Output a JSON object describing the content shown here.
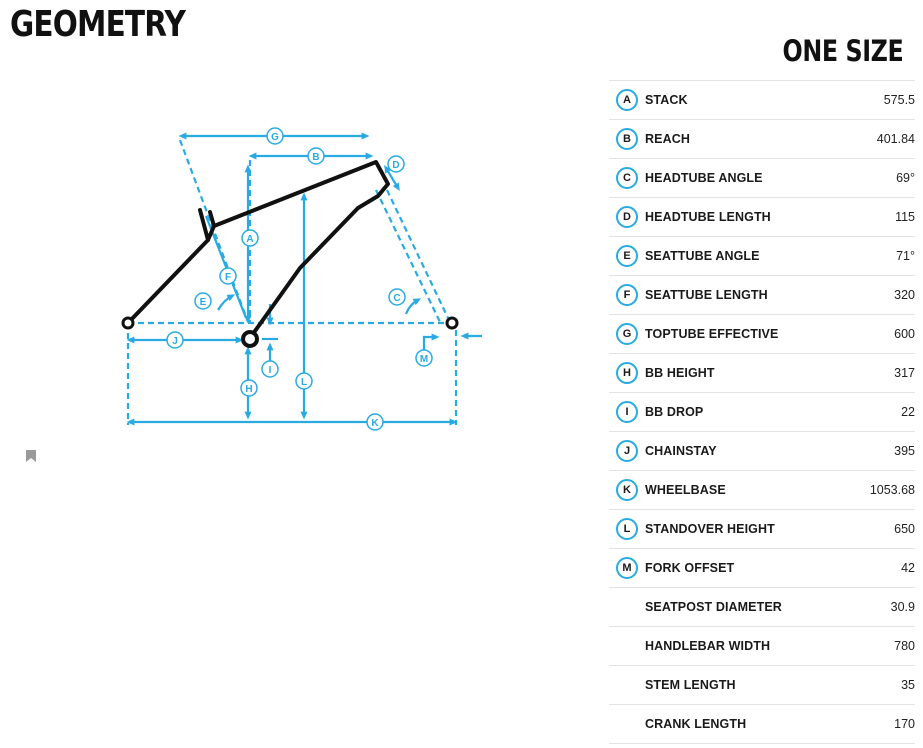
{
  "page": {
    "title": "GEOMETRY",
    "size_heading": "ONE SIZE"
  },
  "colors": {
    "accent": "#29abe2",
    "frame": "#111111"
  },
  "diagram_labels": [
    "G",
    "B",
    "D",
    "A",
    "F",
    "E",
    "C",
    "J",
    "I",
    "H",
    "L",
    "M",
    "K"
  ],
  "rows": [
    {
      "letter": "A",
      "label": "STACK",
      "value": "575.5"
    },
    {
      "letter": "B",
      "label": "REACH",
      "value": "401.84"
    },
    {
      "letter": "C",
      "label": "HEADTUBE ANGLE",
      "value": "69°"
    },
    {
      "letter": "D",
      "label": "HEADTUBE LENGTH",
      "value": "115"
    },
    {
      "letter": "E",
      "label": "SEATTUBE ANGLE",
      "value": "71°"
    },
    {
      "letter": "F",
      "label": "SEATTUBE LENGTH",
      "value": "320"
    },
    {
      "letter": "G",
      "label": "TOPTUBE EFFECTIVE",
      "value": "600"
    },
    {
      "letter": "H",
      "label": "BB HEIGHT",
      "value": "317"
    },
    {
      "letter": "I",
      "label": "BB DROP",
      "value": "22"
    },
    {
      "letter": "J",
      "label": "CHAINSTAY",
      "value": "395"
    },
    {
      "letter": "K",
      "label": "WHEELBASE",
      "value": "1053.68"
    },
    {
      "letter": "L",
      "label": "STANDOVER HEIGHT",
      "value": "650"
    },
    {
      "letter": "M",
      "label": "FORK OFFSET",
      "value": "42"
    },
    {
      "letter": "",
      "label": "SEATPOST DIAMETER",
      "value": "30.9"
    },
    {
      "letter": "",
      "label": "HANDLEBAR WIDTH",
      "value": "780"
    },
    {
      "letter": "",
      "label": "STEM LENGTH",
      "value": "35"
    },
    {
      "letter": "",
      "label": "CRANK LENGTH",
      "value": "170"
    }
  ]
}
